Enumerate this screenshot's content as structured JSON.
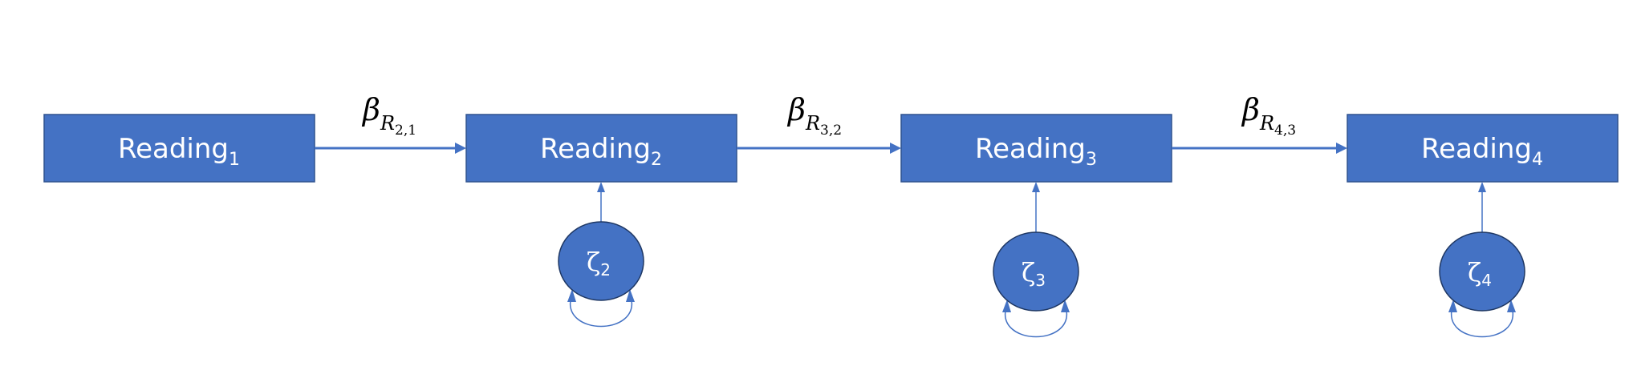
{
  "nodes": {
    "reading_1": {
      "label": "Reading",
      "index": "1"
    },
    "reading_2": {
      "label": "Reading",
      "index": "2"
    },
    "reading_3": {
      "label": "Reading",
      "index": "3"
    },
    "reading_4": {
      "label": "Reading",
      "index": "4"
    }
  },
  "disturbances": {
    "zeta_2": {
      "symbol": "ζ",
      "index": "2"
    },
    "zeta_3": {
      "symbol": "ζ",
      "index": "3"
    },
    "zeta_4": {
      "symbol": "ζ",
      "index": "4"
    }
  },
  "paths": {
    "beta_2_1": {
      "symbol": "β",
      "sub": "R",
      "subsub": "2,1"
    },
    "beta_3_2": {
      "symbol": "β",
      "sub": "R",
      "subsub": "3,2"
    },
    "beta_4_3": {
      "symbol": "β",
      "sub": "R",
      "subsub": "4,3"
    }
  },
  "colors": {
    "node_fill": "#4472C4",
    "node_stroke": "#2F528F",
    "label_text": "#ffffff",
    "coefficient_text": "#000000"
  }
}
